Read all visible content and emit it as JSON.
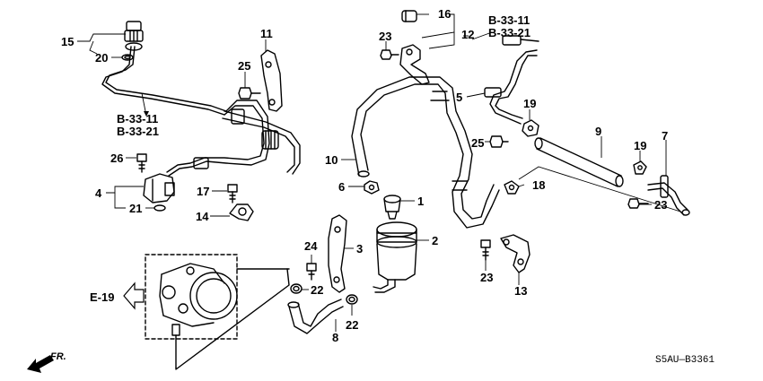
{
  "callouts": {
    "c1": "1",
    "c2": "2",
    "c3": "3",
    "c4": "4",
    "c5": "5",
    "c6": "6",
    "c7": "7",
    "c8": "8",
    "c9": "9",
    "c10": "10",
    "c11": "11",
    "c12": "12",
    "c13": "13",
    "c14": "14",
    "c15": "15",
    "c16": "16",
    "c17": "17",
    "c18": "18",
    "c19a": "19",
    "c19b": "19",
    "c20": "20",
    "c21": "21",
    "c22a": "22",
    "c22b": "22",
    "c23a": "23",
    "c23b": "23",
    "c23c": "23",
    "c24": "24",
    "c25a": "25",
    "c25b": "25",
    "c26": "26"
  },
  "references": {
    "left_ref_1": "B-33-11",
    "left_ref_2": "B-33-21",
    "right_ref_1": "B-33-11",
    "right_ref_2": "B-33-21",
    "e19": "E-19",
    "front": "FR."
  },
  "diagram_code": "S5AU—B3361",
  "colors": {
    "line": "#000000",
    "background": "#ffffff"
  },
  "icons": [
    "front-direction-arrow-icon",
    "e19-reference-arrow-icon"
  ]
}
